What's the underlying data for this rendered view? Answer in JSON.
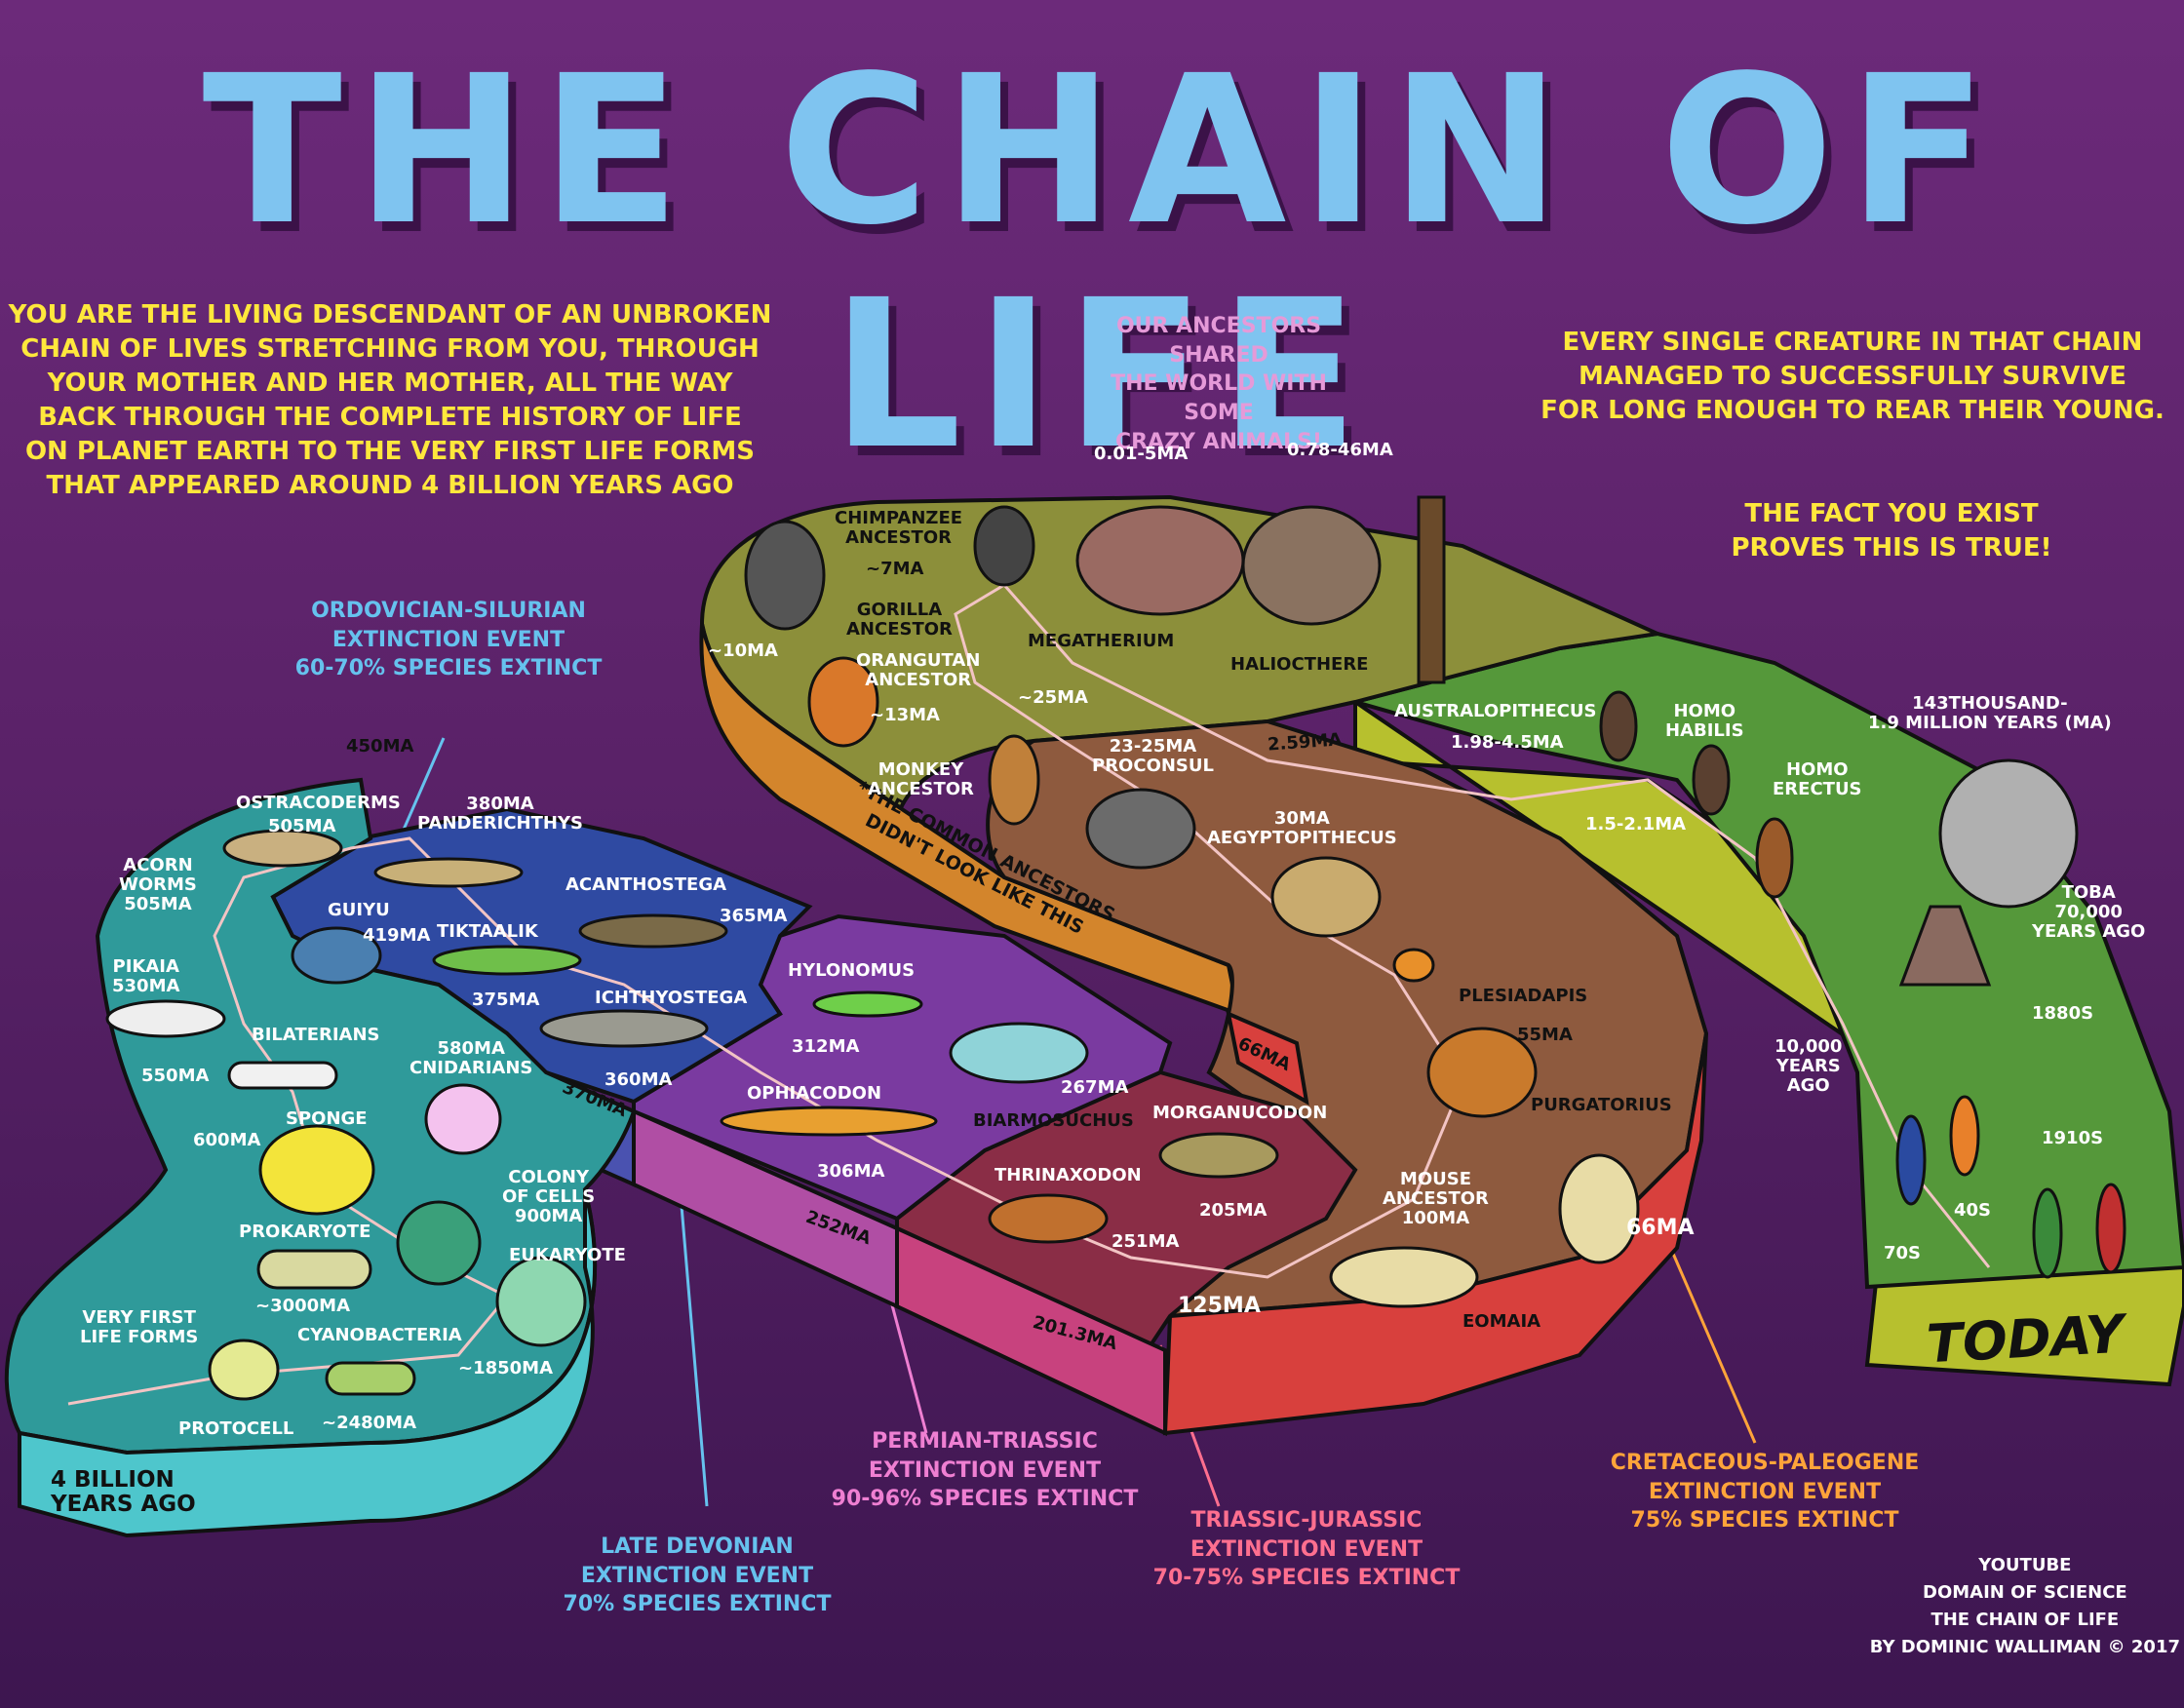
{
  "title": "THE CHAIN OF LIFE",
  "intro": "YOU ARE THE LIVING DESCENDANT OF AN UNBROKEN\nCHAIN OF LIVES STRETCHING FROM YOU, THROUGH\nYOUR MOTHER AND HER MOTHER, ALL THE WAY\nBACK THROUGH THE COMPLETE HISTORY OF LIFE\nON PLANET EARTH TO THE VERY FIRST LIFE FORMS\nTHAT APPEARED AROUND 4 BILLION YEARS AGO",
  "note": "OUR ANCESTORS SHARED\nTHE WORLD WITH SOME\nCRAZY ANIMALS!",
  "survive": "EVERY SINGLE CREATURE IN THAT CHAIN\nMANAGED TO SUCCESSFULLY SURVIVE\nFOR LONG ENOUGH TO REAR THEIR YOUNG.",
  "proof": "THE FACT YOU EXIST\nPROVES THIS IS TRUE!",
  "common_ancestors_note": "*THE COMMON ANCESTORS\nDIDN'T LOOK LIKE THIS",
  "extinctions": {
    "ordovician": "ORDOVICIAN-SILURIAN\nEXTINCTION EVENT\n60-70% SPECIES EXTINCT",
    "devonian": "LATE DEVONIAN\nEXTINCTION EVENT\n70% SPECIES EXTINCT",
    "permian": "PERMIAN-TRIASSIC\nEXTINCTION EVENT\n90-96% SPECIES EXTINCT",
    "triassic": "TRIASSIC-JURASSIC\nEXTINCTION EVENT\n70-75% SPECIES EXTINCT",
    "cretaceous": "CRETACEOUS-PALEOGENE\nEXTINCTION EVENT\n75% SPECIES EXTINCT"
  },
  "labels": {
    "start": "4 BILLION\nYEARS AGO",
    "very_first": "VERY FIRST\nLIFE FORMS",
    "protocell": "PROTOCELL",
    "cyanobacteria": "CYANOBACTERIA",
    "m2480": "~2480Ma",
    "m1850": "~1850Ma",
    "prokaryote": "PROKARYOTE",
    "m3000": "~3000Ma",
    "eukaryote": "EUKARYOTE",
    "colony": "COLONY\nOF CELLS\n900Ma",
    "sponge": "SPONGE",
    "m600": "600Ma",
    "m580": "580Ma\nCNIDARIANS",
    "bilaterians": "BILATERIANS",
    "m550": "550Ma",
    "pikaia": "PIKAIA\n530Ma",
    "acorn": "ACORN\nWORMS\n505Ma",
    "ostracoderms": "OSTRACODERMS",
    "m505": "505Ma",
    "guiyu": "GUIYU",
    "m419": "419Ma",
    "m450": "450Ma",
    "panderichthys": "380Ma\nPANDERICHTHYS",
    "tiktaalik": "TIKTAALIK",
    "m375": "375Ma",
    "acanthostega": "ACANTHOSTEGA",
    "m365": "365Ma",
    "ichthyostega": "ICHTHYOSTEGA",
    "m360": "360Ma",
    "m370": "370Ma",
    "hylonomus": "HYLONOMUS",
    "m312": "312Ma",
    "ophiacodon": "OPHIACODON",
    "m306": "306Ma",
    "m267": "267Ma",
    "biarmosuchus": "BIARMOSUCHUS",
    "m252": "252Ma",
    "morganucodon": "MORGANUCODON",
    "thrinaxodon": "THRINAXODON",
    "m205": "205Ma",
    "m251": "251Ma",
    "m201": "201.3Ma",
    "m125": "125Ma",
    "eomaia": "EOMAIA",
    "mouse": "MOUSE\nANCESTOR\n100Ma",
    "purgatorius": "PURGATORIUS",
    "m66b": "66Ma",
    "m66a": "66Ma",
    "plesiadapis": "PLESIADAPIS",
    "m55": "55Ma",
    "m30": "30Ma\nAEGYPTOPITHECUS",
    "proconsul": "23-25Ma\nPROCONSUL",
    "monkey": "MONKEY\nANCESTOR",
    "m25": "~25Ma",
    "orangutan": "ORANGUTAN\nANCESTOR",
    "m13": "~13Ma",
    "m10": "~10Ma",
    "gorilla": "GORILLA\nANCESTOR",
    "chimp": "CHIMPANZEE\nANCESTOR",
    "m7": "~7Ma",
    "megatherium": "MEGATHERIUM",
    "megatherium_age": "0.01-5Ma",
    "haliocthere": "HALIOCTHERE",
    "haliocthere_age": "0.78-46Ma",
    "m259": "2.59Ma",
    "australopithecus": "AUSTRALOPITHECUS",
    "m198": "1.98-4.5Ma",
    "habilis": "HOMO\nHABILIS",
    "m15": "1.5-2.1Ma",
    "erectus": "HOMO\nERECTUS",
    "m143": "143THOUSAND-\n1.9 MILLION YEARS (Ma)",
    "toba": "TOBA\n70,000\nYEARS AGO",
    "y10000": "10,000\nYEARS\nAGO",
    "y1880": "1880s",
    "y1910": "1910s",
    "y40": "40s",
    "y70": "70s"
  },
  "today": "TODAY",
  "credit": "YOUTUBE\nDOMAIN OF SCIENCE\nTHE CHAIN OF LIFE\nBY DOMINIC WALLIMAN © 2017",
  "colors": {
    "background": "#5a2268",
    "title": "#7fc4f0",
    "cyan_band": "#3fb8c4",
    "blue_band": "#2e49a0",
    "purple_band": "#7d3aa0",
    "magenta_band": "#a23070",
    "red_band": "#d94040",
    "brown_band": "#9a5a3a",
    "orange_band": "#d88a2a",
    "olive_band": "#9aa83a",
    "green_band": "#5a9a3a"
  }
}
